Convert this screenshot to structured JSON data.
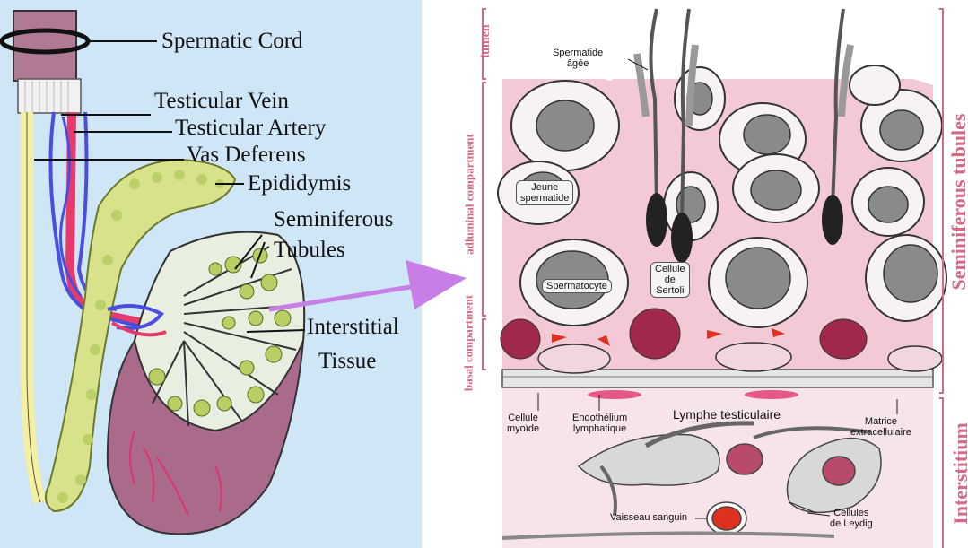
{
  "left_diagram": {
    "labels": {
      "spermatic_cord": "Spermatic Cord",
      "testicular_vein": "Testicular Vein",
      "testicular_artery": "Testicular Artery",
      "vas_deferens": "Vas Deferens",
      "epididymis": "Epididymis",
      "seminiferous": "Seminiferous",
      "tubules": "Tubules",
      "interstitial": "Interstitial",
      "tissue": "Tissue"
    }
  },
  "right_diagram": {
    "side_labels": {
      "lumen": "lumen",
      "adluminal": "adluminal compartment",
      "basal": "basal compartment",
      "seminiferous_tubules": "Seminiferous tubules",
      "interstitium": "Interstitium"
    },
    "cell_labels": {
      "spermatide_agee_1": "Spermatide",
      "spermatide_agee_2": "âgée",
      "jeune_1": "Jeune",
      "jeune_2": "spermatide",
      "spermatocyte": "Spermatocyte",
      "sertoli_1": "Cellule",
      "sertoli_2": "de",
      "sertoli_3": "Sertoli",
      "lymphe": "Lymphe testiculaire",
      "myoide_1": "Cellule",
      "myoide_2": "myoïde",
      "endothelium_1": "Endothélium",
      "endothelium_2": "lymphatique",
      "matrice_1": "Matrice",
      "matrice_2": "extracellulaire",
      "vaisseau": "Vaisseau sanguin",
      "leydig_1": "Cellules",
      "leydig_2": "de Leydig"
    }
  },
  "colors": {
    "left_bg": "#cfe6f6",
    "tubule_pink": "#f3c9d6",
    "bracket_red": "#d46a86",
    "arrow_purple": "#c77ee6",
    "interstitium_bg": "#f7e3ea"
  }
}
